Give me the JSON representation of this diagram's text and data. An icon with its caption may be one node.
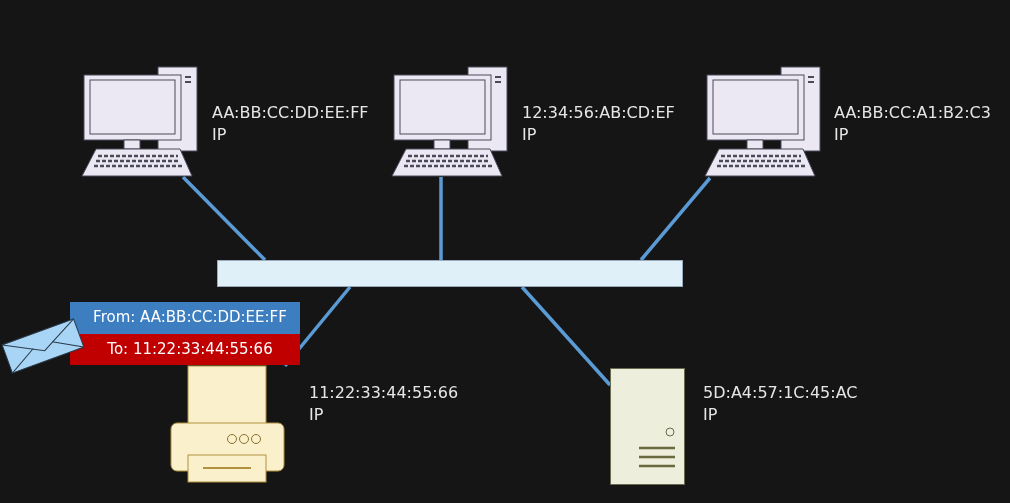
{
  "diagram": {
    "nodes": [
      {
        "text": [],
        "shape": "bar"
      },
      {
        "text": [],
        "shape": "picture",
        "beside": [
          "AA:BB:CC:DD:EE:FF",
          "IP"
        ]
      },
      {
        "text": [],
        "shape": "picture",
        "beside": [
          "12:34:56:AB:CD:EF",
          "IP"
        ]
      },
      {
        "text": [],
        "shape": "picture",
        "beside": [
          "AA:BB:CC:A1:B2:C3",
          "IP"
        ]
      },
      {
        "text": [],
        "shape": "picture",
        "beside": [
          "11:22:33:44:55:66",
          "IP"
        ]
      },
      {
        "text": [],
        "shape": "picture",
        "beside": [
          "5D:A4:57:1C:45:AC",
          "IP"
        ]
      },
      {
        "text": [
          "From: AA:BB:CC:DD:EE:FF",
          "To: 11:22:33:44:55:66"
        ]
      }
    ],
    "edges": [
      {
        "from": 1,
        "to": 0,
        "arrow": "none"
      },
      {
        "from": 2,
        "to": 0,
        "arrow": "none"
      },
      {
        "from": 3,
        "to": 0,
        "arrow": "none"
      },
      {
        "from": 4,
        "to": 0,
        "arrow": "none"
      },
      {
        "from": 5,
        "to": 0,
        "arrow": "none"
      }
    ]
  }
}
